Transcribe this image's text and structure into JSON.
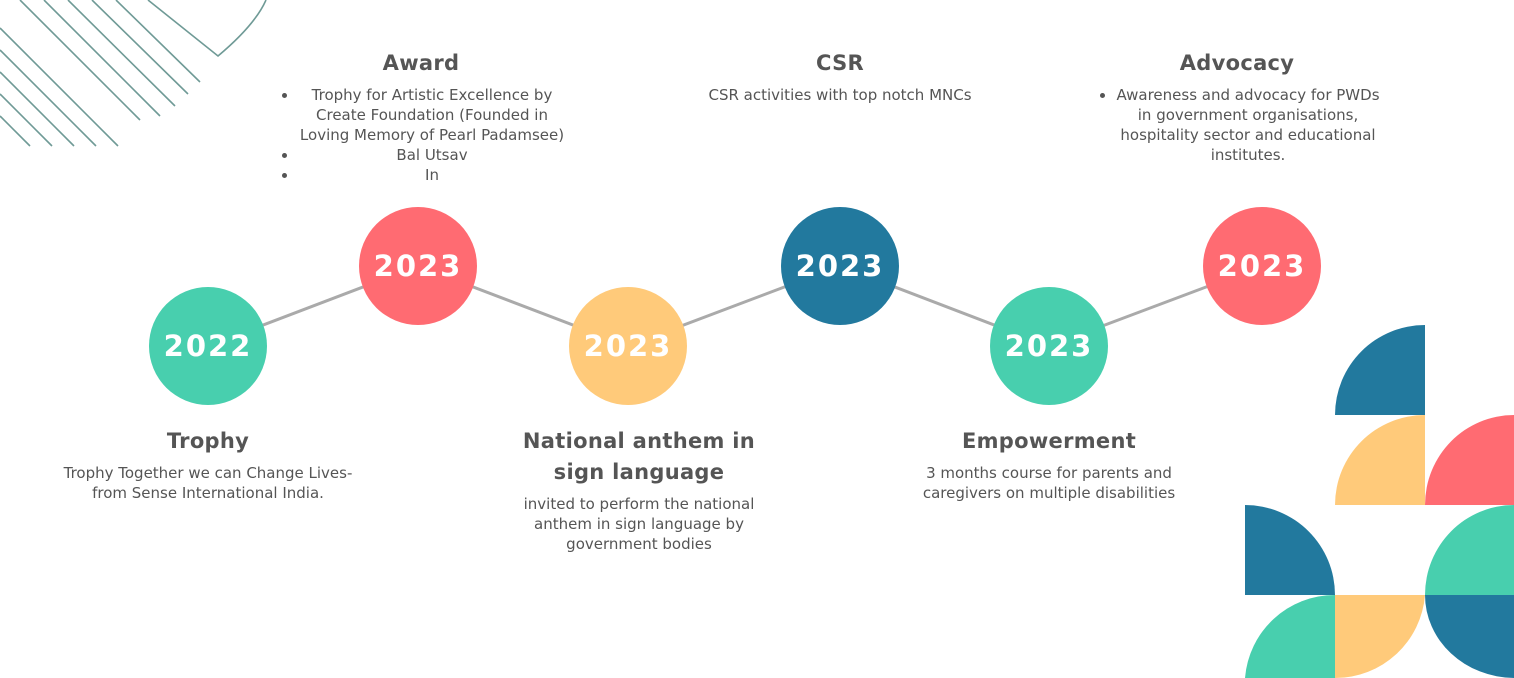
{
  "colors": {
    "teal": "#48CFAE",
    "coral": "#FF6B72",
    "yellow": "#FFCA7A",
    "navy": "#22799E",
    "connector": "#aaaaaa",
    "text": "#555555"
  },
  "timeline": [
    {
      "year": "2022",
      "color_key": "teal",
      "title": "Trophy",
      "description": "Trophy Together we can Change Lives-from Sense International India."
    },
    {
      "year": "2023",
      "color_key": "coral",
      "title": "Award",
      "bullets": [
        "Trophy for Artistic Excellence by Create Foundation (Founded in Loving Memory of Pearl Padamsee)",
        "Bal Utsav",
        "In"
      ]
    },
    {
      "year": "2023",
      "color_key": "yellow",
      "title": "National anthem in sign language",
      "description": "invited to perform the national anthem in sign language by government bodies"
    },
    {
      "year": "2023",
      "color_key": "navy",
      "title": "CSR",
      "description": "CSR activities with top notch MNCs"
    },
    {
      "year": "2023",
      "color_key": "teal",
      "title": "Empowerment",
      "description": "3 months course for parents and caregivers on multiple disabilities"
    },
    {
      "year": "2023",
      "color_key": "coral",
      "title": "Advocacy",
      "bullets": [
        "Awareness and advocacy for PWDs in government organisations, hospitality sector and educational institutes."
      ]
    }
  ]
}
